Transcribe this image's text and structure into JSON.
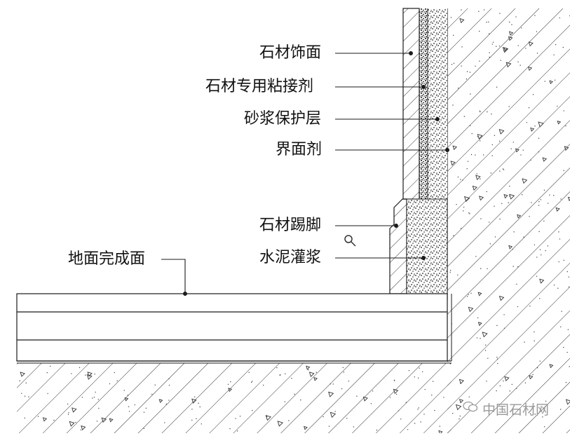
{
  "labels": {
    "stone_facing": "石材饰面",
    "stone_adhesive": "石材专用粘接剂",
    "mortar_protection": "砂浆保护层",
    "interface_agent": "界面剂",
    "stone_skirting": "石材踢脚",
    "cement_grout": "水泥灌浆",
    "finished_floor": "地面完成面"
  },
  "watermark": {
    "text": "中国石材网",
    "icon": "wechat-icon"
  },
  "icons": {
    "zoom": "magnifier-icon"
  },
  "colors": {
    "line": "#1a1a1a",
    "hatch": "#333333",
    "background": "#ffffff",
    "watermark": "#9a9a9a"
  }
}
